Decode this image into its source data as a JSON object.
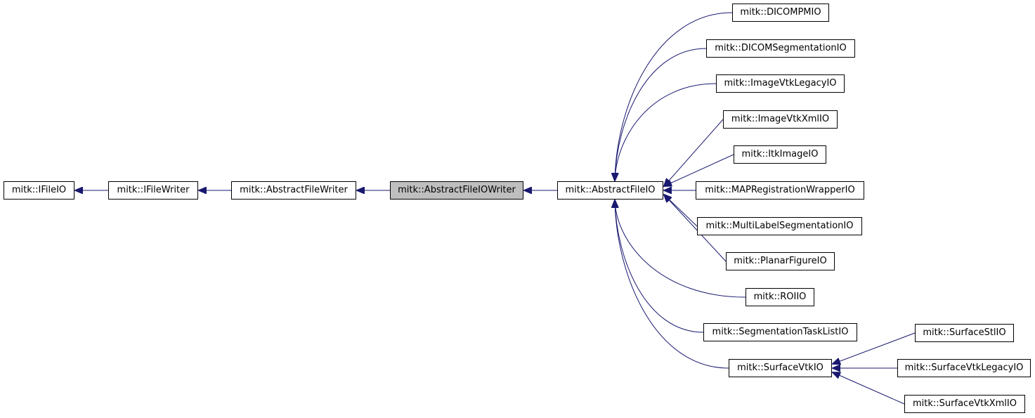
{
  "diagram": {
    "edge_color": "#191970",
    "highlight_fill": "#bfbfbf",
    "nodes": [
      {
        "id": "ifileio",
        "label": "mitk::IFileIO"
      },
      {
        "id": "ifilewriter",
        "label": "mitk::IFileWriter"
      },
      {
        "id": "abstractfilewriter",
        "label": "mitk::AbstractFileWriter"
      },
      {
        "id": "abstractfileiowriter",
        "label": "mitk::AbstractFileIOWriter",
        "current": true
      },
      {
        "id": "abstractfileio",
        "label": "mitk::AbstractFileIO"
      },
      {
        "id": "dicompmio",
        "label": "mitk::DICOMPMIO"
      },
      {
        "id": "dicomsegmentationio",
        "label": "mitk::DICOMSegmentationIO"
      },
      {
        "id": "imagevtklegacyio",
        "label": "mitk::ImageVtkLegacyIO"
      },
      {
        "id": "imagevtkxmlio",
        "label": "mitk::ImageVtkXmlIO"
      },
      {
        "id": "itkimageio",
        "label": "mitk::ItkImageIO"
      },
      {
        "id": "mapregistrationwrapperio",
        "label": "mitk::MAPRegistrationWrapperIO"
      },
      {
        "id": "multilabelsegmentationio",
        "label": "mitk::MultiLabelSegmentationIO"
      },
      {
        "id": "planarfigureio",
        "label": "mitk::PlanarFigureIO"
      },
      {
        "id": "roiio",
        "label": "mitk::ROIIO"
      },
      {
        "id": "segmentationtasklistio",
        "label": "mitk::SegmentationTaskListIO"
      },
      {
        "id": "surfacevtkio",
        "label": "mitk::SurfaceVtkIO"
      },
      {
        "id": "surfacestlio",
        "label": "mitk::SurfaceStlIO"
      },
      {
        "id": "surfacevtklegacyio",
        "label": "mitk::SurfaceVtkLegacyIO"
      },
      {
        "id": "surfacevtkxmlio",
        "label": "mitk::SurfaceVtkXmlIO"
      }
    ],
    "edges": [
      {
        "from": "ifilewriter",
        "to": "ifileio"
      },
      {
        "from": "abstractfilewriter",
        "to": "ifilewriter"
      },
      {
        "from": "abstractfileiowriter",
        "to": "abstractfilewriter"
      },
      {
        "from": "abstractfileio",
        "to": "abstractfileiowriter"
      },
      {
        "from": "dicompmio",
        "to": "abstractfileio"
      },
      {
        "from": "dicomsegmentationio",
        "to": "abstractfileio"
      },
      {
        "from": "imagevtklegacyio",
        "to": "abstractfileio"
      },
      {
        "from": "imagevtkxmlio",
        "to": "abstractfileio"
      },
      {
        "from": "itkimageio",
        "to": "abstractfileio"
      },
      {
        "from": "mapregistrationwrapperio",
        "to": "abstractfileio"
      },
      {
        "from": "multilabelsegmentationio",
        "to": "abstractfileio"
      },
      {
        "from": "planarfigureio",
        "to": "abstractfileio"
      },
      {
        "from": "roiio",
        "to": "abstractfileio"
      },
      {
        "from": "segmentationtasklistio",
        "to": "abstractfileio"
      },
      {
        "from": "surfacevtkio",
        "to": "abstractfileio"
      },
      {
        "from": "surfacestlio",
        "to": "surfacevtkio"
      },
      {
        "from": "surfacevtklegacyio",
        "to": "surfacevtkio"
      },
      {
        "from": "surfacevtkxmlio",
        "to": "surfacevtkio"
      }
    ]
  }
}
